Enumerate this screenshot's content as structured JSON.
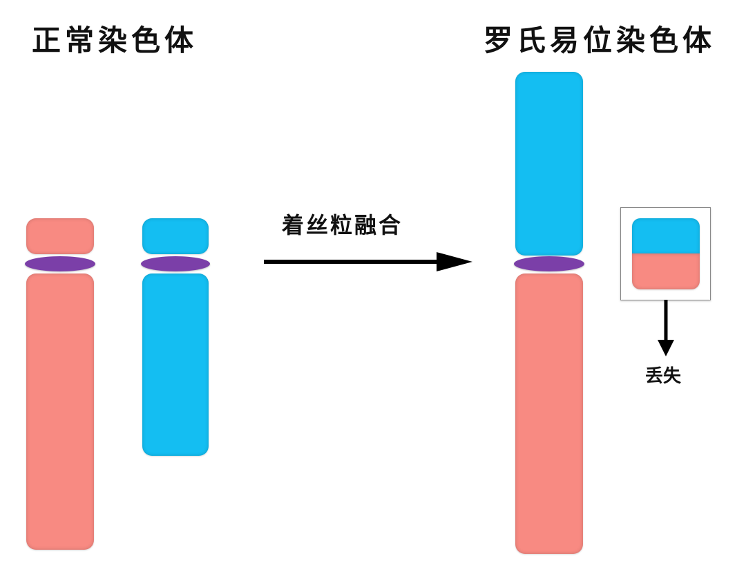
{
  "titles": {
    "normal": "正常染色体",
    "robertsonian": "罗氏易位染色体"
  },
  "process_label": "着丝粒融合",
  "lost_label": "丢失",
  "colors": {
    "long_arm_red": "#F88A82",
    "short_arm_blue": "#14BEF2",
    "centromere_purple": "#7B3FA8",
    "arrow": "#000000",
    "background": "#FFFFFF"
  },
  "icons": {
    "process_arrow": "right-arrow",
    "lost_arrow": "down-arrow"
  }
}
